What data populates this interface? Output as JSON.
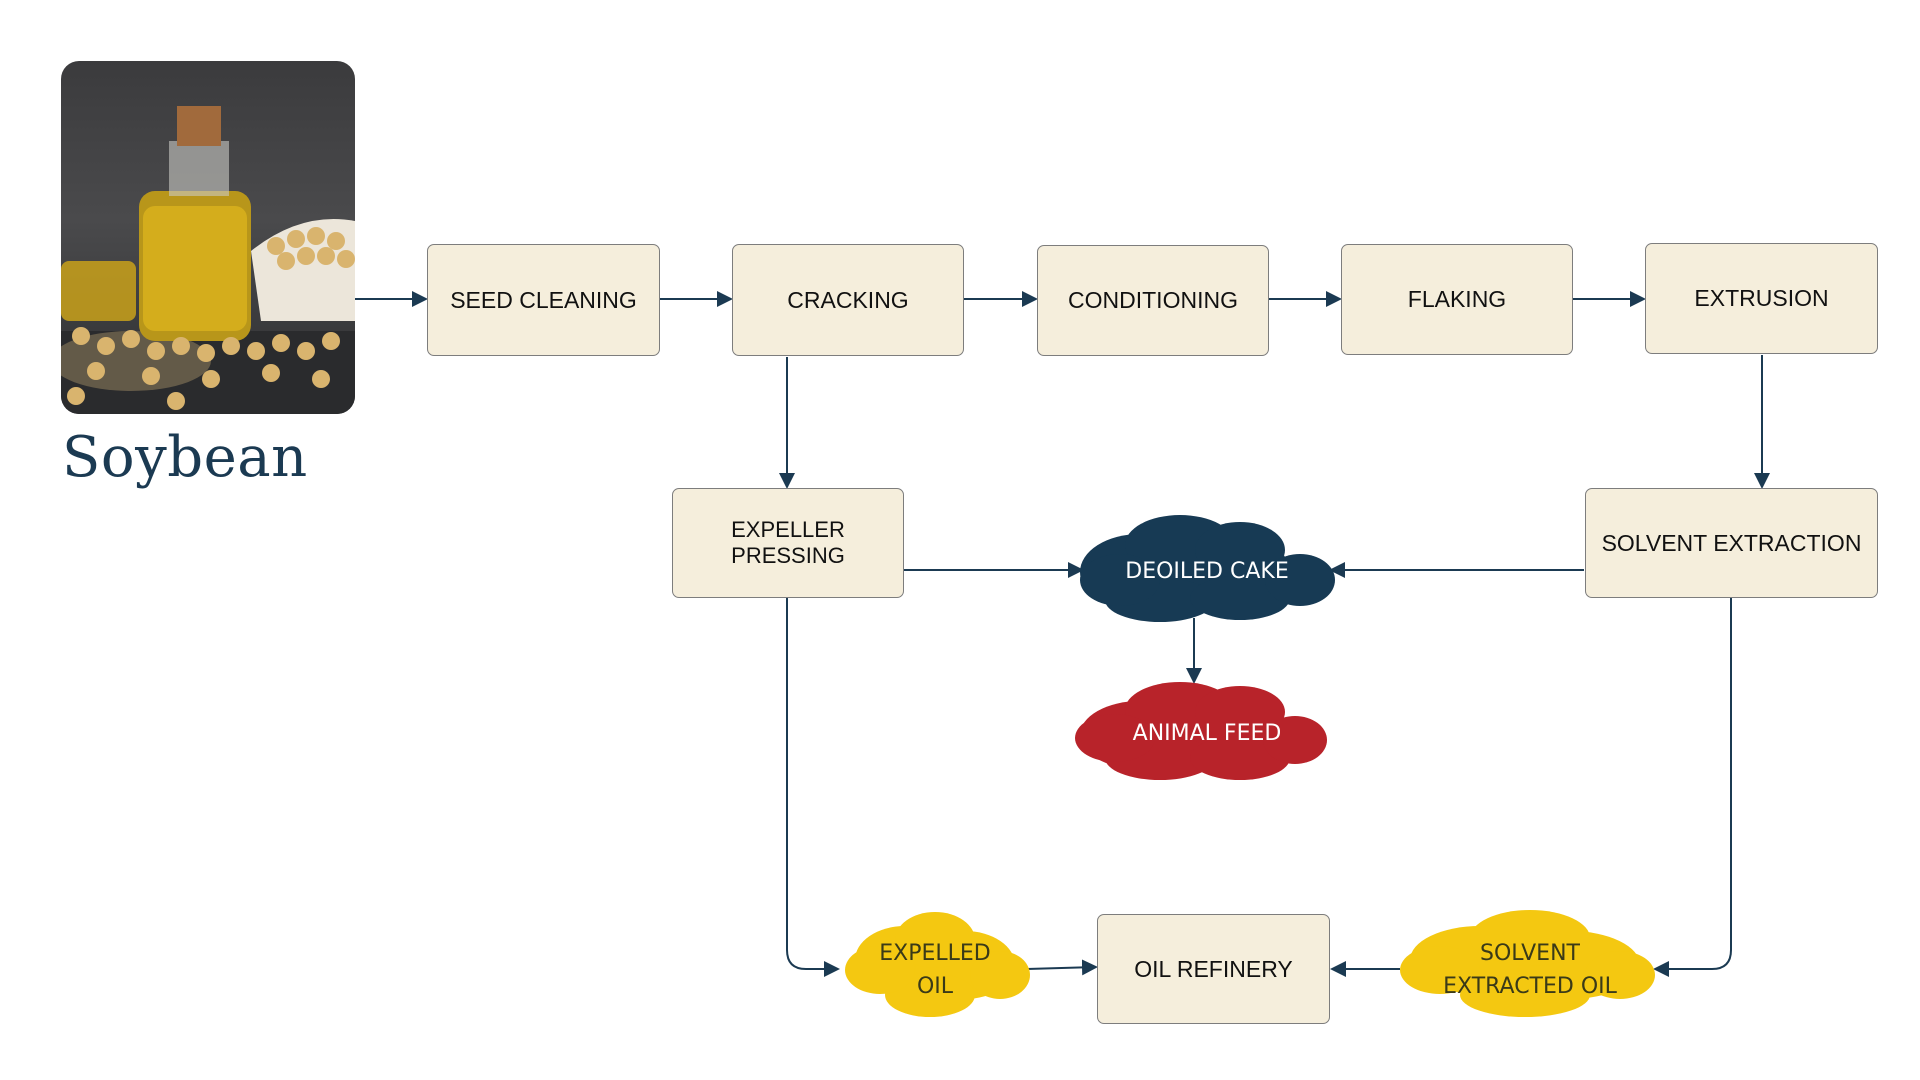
{
  "title": "Soybean",
  "image": {
    "icon": "soybean-oil-photo",
    "description": "Bottle of soybean oil with soybeans"
  },
  "process_steps": [
    {
      "id": "seed_cleaning",
      "label": "SEED CLEANING"
    },
    {
      "id": "cracking",
      "label": "CRACKING"
    },
    {
      "id": "conditioning",
      "label": "CONDITIONING"
    },
    {
      "id": "flaking",
      "label": "FLAKING"
    },
    {
      "id": "extrusion",
      "label": "EXTRUSION"
    },
    {
      "id": "expeller_pressing",
      "label": "EXPELLER PRESSING"
    },
    {
      "id": "solvent_extraction",
      "label": "SOLVENT EXTRACTION"
    },
    {
      "id": "oil_refinery",
      "label": "OIL REFINERY"
    }
  ],
  "products": [
    {
      "id": "deoiled_cake",
      "label": "DEOILED CAKE",
      "color": "#173A54",
      "text_color": "#ffffff"
    },
    {
      "id": "animal_feed",
      "label": "ANIMAL FEED",
      "color": "#B8232A",
      "text_color": "#ffffff"
    },
    {
      "id": "expelled_oil",
      "label_lines": [
        "EXPELLED",
        "OIL"
      ],
      "color": "#F4C811",
      "text_color": "#3a3a18"
    },
    {
      "id": "solvent_extracted_oil",
      "label_lines": [
        "SOLVENT",
        "EXTRACTED OIL"
      ],
      "color": "#F4C811",
      "text_color": "#3a3a18"
    }
  ],
  "edges": [
    [
      "soybean",
      "seed_cleaning"
    ],
    [
      "seed_cleaning",
      "cracking"
    ],
    [
      "cracking",
      "conditioning"
    ],
    [
      "conditioning",
      "flaking"
    ],
    [
      "flaking",
      "extrusion"
    ],
    [
      "cracking",
      "expeller_pressing"
    ],
    [
      "extrusion",
      "solvent_extraction"
    ],
    [
      "expeller_pressing",
      "deoiled_cake"
    ],
    [
      "solvent_extraction",
      "deoiled_cake"
    ],
    [
      "deoiled_cake",
      "animal_feed"
    ],
    [
      "expeller_pressing",
      "expelled_oil"
    ],
    [
      "expelled_oil",
      "oil_refinery"
    ],
    [
      "solvent_extraction",
      "solvent_extracted_oil"
    ],
    [
      "solvent_extracted_oil",
      "oil_refinery"
    ]
  ],
  "colors": {
    "box_fill": "#F5EEDC",
    "arrow": "#1B3A52",
    "title": "#1B3A52"
  }
}
